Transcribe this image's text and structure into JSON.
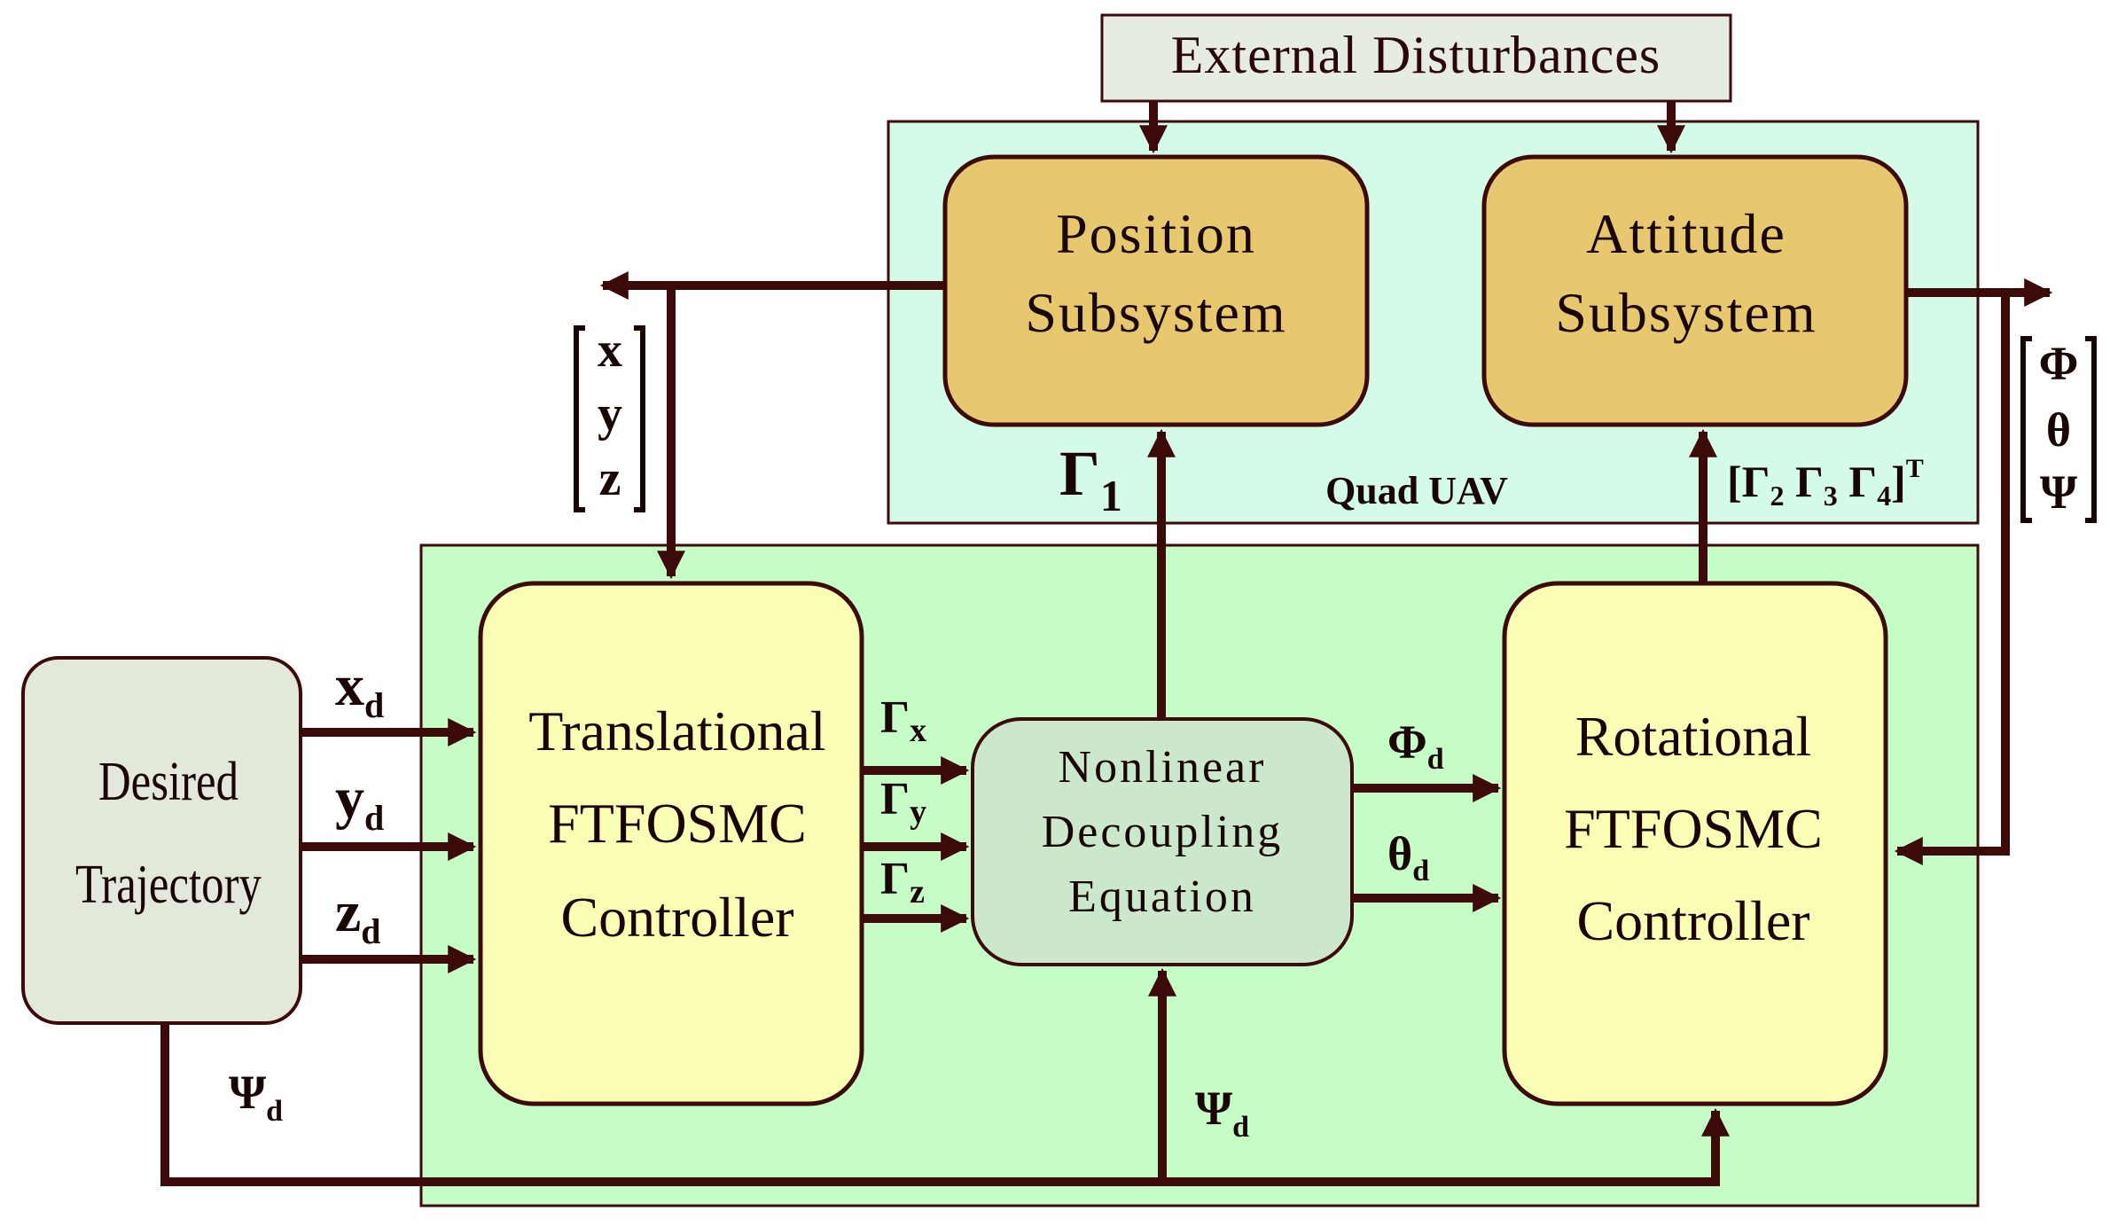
{
  "disturbances": {
    "label": "External Disturbances"
  },
  "position_subsystem": {
    "line1": "Position",
    "line2": "Subsystem"
  },
  "attitude_subsystem": {
    "line1": "Attitude",
    "line2": "Subsystem"
  },
  "quad_uav_label": "Quad UAV",
  "desired_trajectory": {
    "line1": "Desired",
    "line2": "Trajectory"
  },
  "translational_controller": {
    "line1": "Translational",
    "line2": "FTFOSMC",
    "line3": "Controller"
  },
  "decoupling": {
    "line1": "Nonlinear",
    "line2": "Decoupling",
    "line3": "Equation"
  },
  "rotational_controller": {
    "line1": "Rotational",
    "line2": "FTFOSMC",
    "line3": "Controller"
  },
  "signals": {
    "xd": {
      "base": "x",
      "sub": "d"
    },
    "yd": {
      "base": "y",
      "sub": "d"
    },
    "zd": {
      "base": "z",
      "sub": "d"
    },
    "psi_d_left": {
      "base": "Ψ",
      "sub": "d"
    },
    "psi_d_center": {
      "base": "Ψ",
      "sub": "d"
    },
    "gamma_x": {
      "base": "Γ",
      "sub": "x"
    },
    "gamma_y": {
      "base": "Γ",
      "sub": "y"
    },
    "gamma_z": {
      "base": "Γ",
      "sub": "z"
    },
    "phi_d": {
      "base": "Φ",
      "sub": "d"
    },
    "theta_d": {
      "base": "θ",
      "sub": "d"
    },
    "gamma_1": {
      "base": "Γ",
      "sub": "1"
    },
    "gamma_234": {
      "g": "Γ",
      "s2": "2",
      "s3": "3",
      "s4": "4",
      "sup": "T"
    },
    "pos_vector": [
      "x",
      "y",
      "z"
    ],
    "att_vector": [
      "Φ",
      "θ",
      "Ψ"
    ]
  },
  "colors": {
    "arrow": "#3d0a0a",
    "box_border": "#3d0a0a",
    "subsystem_fill": "#e8c86e",
    "uav_region": "#d4fbe8",
    "controller_region": "#c6fcc6",
    "controller_fill": "#fafdb4",
    "decoupling_fill": "#cbe8cc",
    "trajectory_fill": "#e2e8da",
    "disturbance_fill": "#e6ece2"
  }
}
